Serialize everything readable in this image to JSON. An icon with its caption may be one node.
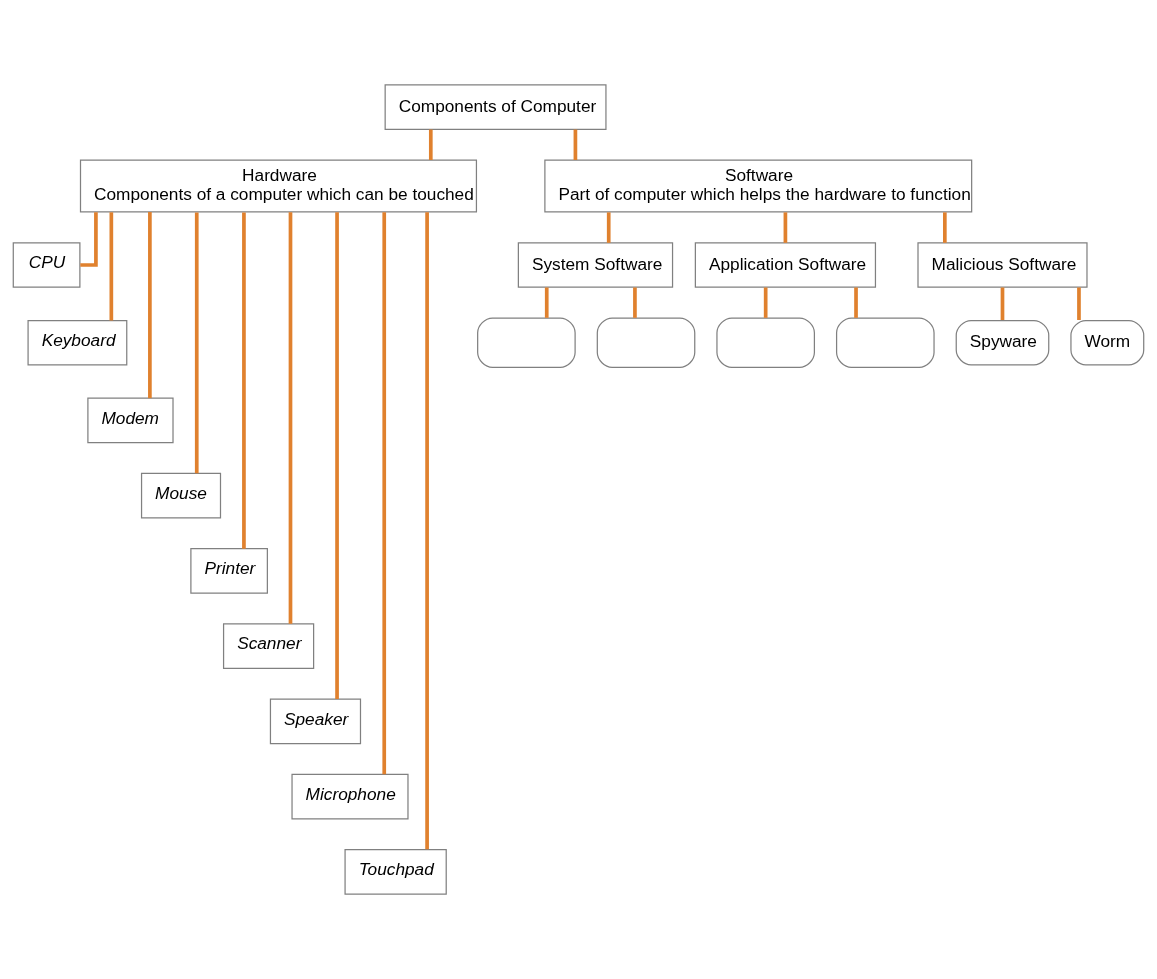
{
  "diagram": {
    "nodes": [
      {
        "text": [
          "Components of Computer"
        ]
      },
      {
        "text": [
          "Hardware",
          "Components of a computer which can be touched"
        ]
      },
      {
        "text": [
          "Software",
          "Part of computer which helps the hardware to function"
        ]
      },
      {
        "text": [
          "CPU"
        ]
      },
      {
        "text": [
          "Keyboard"
        ]
      },
      {
        "text": [
          "Modem"
        ]
      },
      {
        "text": [
          "Mouse"
        ]
      },
      {
        "text": [
          "Printer"
        ]
      },
      {
        "text": [
          "Scanner"
        ]
      },
      {
        "text": [
          "Speaker"
        ]
      },
      {
        "text": [
          "Microphone"
        ]
      },
      {
        "text": [
          "Touchpad"
        ]
      },
      {
        "text": [
          "System Software"
        ]
      },
      {
        "text": [],
        "shape": "box"
      },
      {
        "text": [],
        "shape": "box"
      },
      {
        "text": [
          "Application Software"
        ]
      },
      {
        "text": [],
        "shape": "box"
      },
      {
        "text": [],
        "shape": "box"
      },
      {
        "text": [
          "Malicious Software"
        ]
      },
      {
        "text": [
          "Spyware"
        ]
      },
      {
        "text": [
          "Worm"
        ]
      }
    ],
    "edges": [
      {
        "from": 0,
        "to": 1,
        "arrow": "none"
      },
      {
        "from": 0,
        "to": 2,
        "arrow": "none"
      },
      {
        "from": 1,
        "to": 3,
        "arrow": "none"
      },
      {
        "from": 1,
        "to": 4,
        "arrow": "none"
      },
      {
        "from": 1,
        "to": 5,
        "arrow": "none"
      },
      {
        "from": 1,
        "to": 6,
        "arrow": "none"
      },
      {
        "from": 1,
        "to": 7,
        "arrow": "none"
      },
      {
        "from": 1,
        "to": 8,
        "arrow": "none"
      },
      {
        "from": 1,
        "to": 9,
        "arrow": "none"
      },
      {
        "from": 1,
        "to": 10,
        "arrow": "none"
      },
      {
        "from": 1,
        "to": 11,
        "arrow": "none"
      },
      {
        "from": 2,
        "to": 12,
        "arrow": "none"
      },
      {
        "from": 2,
        "to": 15,
        "arrow": "none"
      },
      {
        "from": 2,
        "to": 18,
        "arrow": "none"
      },
      {
        "from": 12,
        "to": 13,
        "arrow": "none"
      },
      {
        "from": 12,
        "to": 14,
        "arrow": "none"
      },
      {
        "from": 15,
        "to": 16,
        "arrow": "none"
      },
      {
        "from": 15,
        "to": 17,
        "arrow": "none"
      },
      {
        "from": 18,
        "to": 19,
        "arrow": "none"
      },
      {
        "from": 18,
        "to": 20,
        "arrow": "none"
      }
    ]
  }
}
